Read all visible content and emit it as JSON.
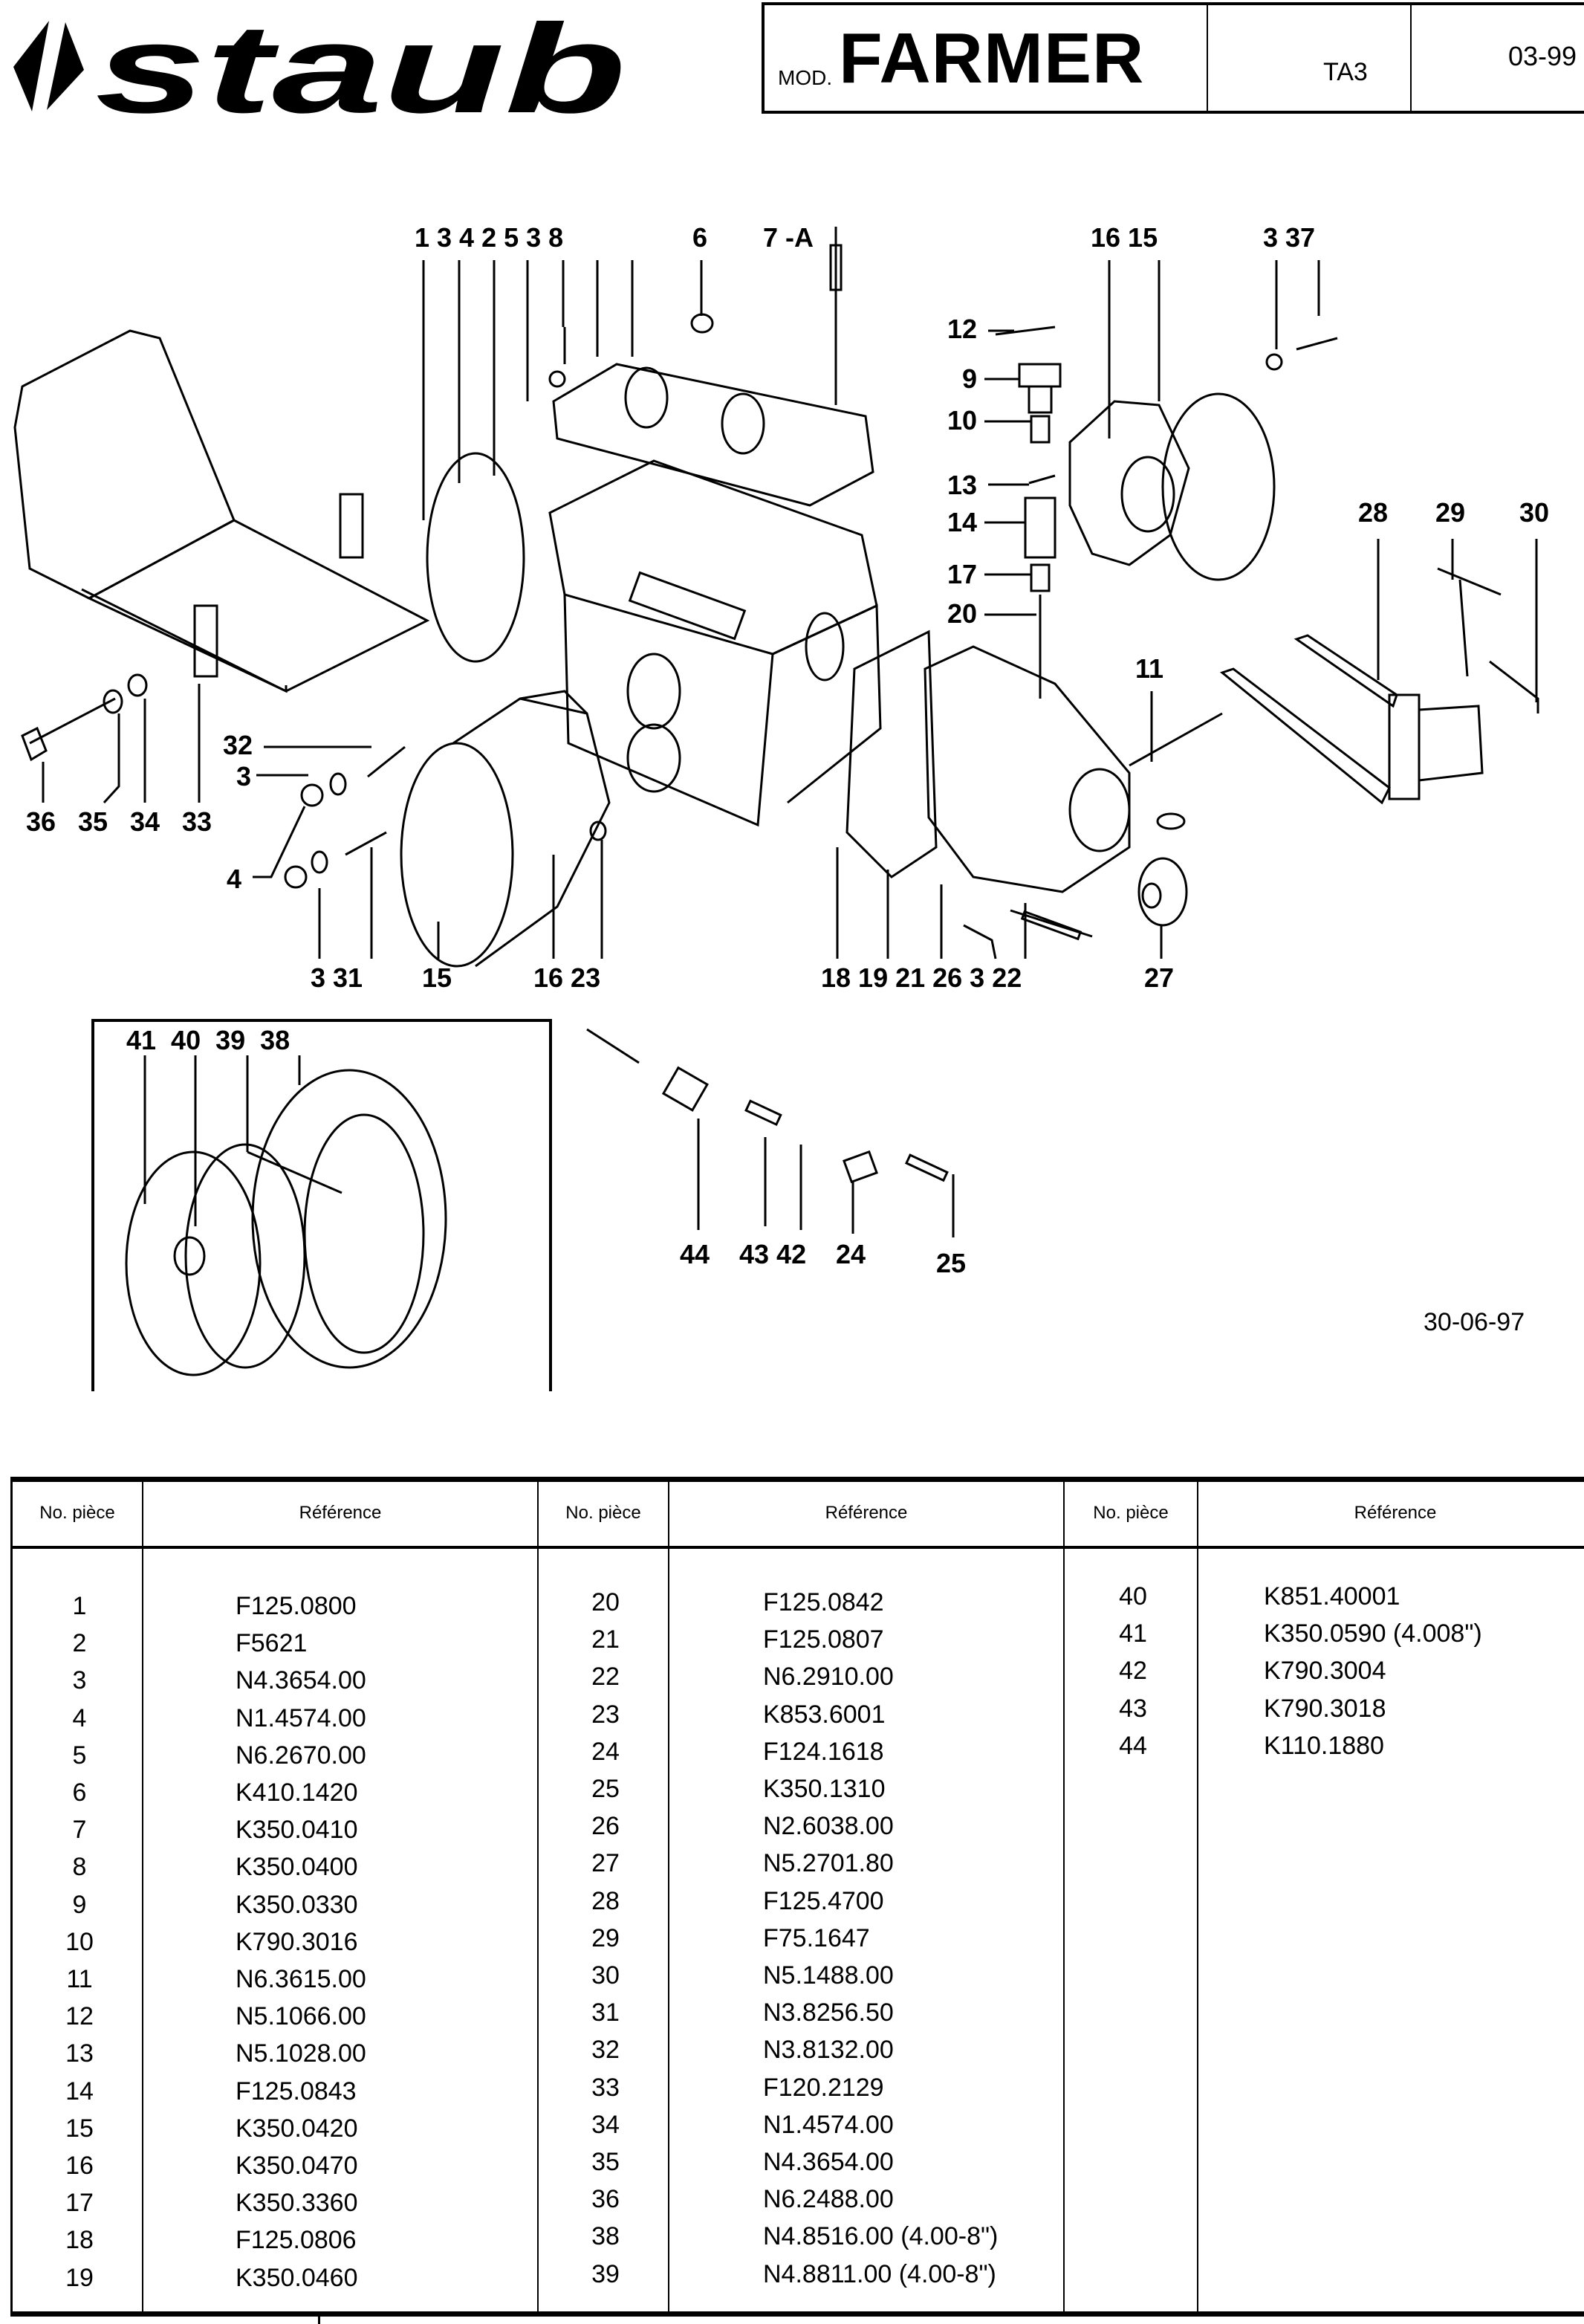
{
  "brand": {
    "logo_text": "staub"
  },
  "header": {
    "mod_prefix": "MOD.",
    "model": "FARMER",
    "code": "TA3",
    "date": "03-99"
  },
  "diagram": {
    "callouts": {
      "top_left_group": "1 3 4 2 5 3 8",
      "top_6": "6",
      "top_7a": "7 -A",
      "c12": "12",
      "c9": "9",
      "c10": "10",
      "c13": "13",
      "c14": "14",
      "c17": "17",
      "c20": "20",
      "top_16_15": "16 15",
      "top_3_37": "3 37",
      "c28": "28",
      "c29": "29",
      "c30": "30",
      "c11": "11",
      "c32": "32",
      "c3_left": "3",
      "c4": "4",
      "c36": "36",
      "c35": "35",
      "c34": "34",
      "c33": "33",
      "bottom_3_31": "3 31",
      "bottom_15": "15",
      "bottom_16_23": "16 23",
      "bottom_right_group": "18 19 21 26 3 22",
      "c27": "27",
      "wheel_group": "41  40  39  38",
      "c44": "44",
      "c43_42": "43 42",
      "c24": "24",
      "c25": "25"
    },
    "drawing_date": "30-06-97"
  },
  "parts_table": {
    "headers": [
      "No. pièce",
      "Référence",
      "No. pièce",
      "Référence",
      "No. pièce",
      "Référence"
    ],
    "columns": [
      [
        {
          "no": "1",
          "ref": "F125.0800"
        },
        {
          "no": "2",
          "ref": "F5621"
        },
        {
          "no": "3",
          "ref": "N4.3654.00"
        },
        {
          "no": "4",
          "ref": "N1.4574.00"
        },
        {
          "no": "5",
          "ref": "N6.2670.00"
        },
        {
          "no": "6",
          "ref": "K410.1420"
        },
        {
          "no": "7",
          "ref": "K350.0410"
        },
        {
          "no": "8",
          "ref": "K350.0400"
        },
        {
          "no": "9",
          "ref": "K350.0330"
        },
        {
          "no": "10",
          "ref": "K790.3016"
        },
        {
          "no": "11",
          "ref": "N6.3615.00"
        },
        {
          "no": "12",
          "ref": "N5.1066.00"
        },
        {
          "no": "13",
          "ref": "N5.1028.00"
        },
        {
          "no": "14",
          "ref": "F125.0843"
        },
        {
          "no": "15",
          "ref": "K350.0420"
        },
        {
          "no": "16",
          "ref": "K350.0470"
        },
        {
          "no": "17",
          "ref": "K350.3360"
        },
        {
          "no": "18",
          "ref": "F125.0806"
        },
        {
          "no": "19",
          "ref": "K350.0460"
        }
      ],
      [
        {
          "no": "20",
          "ref": "F125.0842"
        },
        {
          "no": "21",
          "ref": "F125.0807"
        },
        {
          "no": "22",
          "ref": "N6.2910.00"
        },
        {
          "no": "23",
          "ref": "K853.6001"
        },
        {
          "no": "24",
          "ref": "F124.1618"
        },
        {
          "no": "25",
          "ref": "K350.1310"
        },
        {
          "no": "26",
          "ref": "N2.6038.00"
        },
        {
          "no": "27",
          "ref": "N5.2701.80"
        },
        {
          "no": "28",
          "ref": "F125.4700"
        },
        {
          "no": "29",
          "ref": "F75.1647"
        },
        {
          "no": "30",
          "ref": "N5.1488.00"
        },
        {
          "no": "31",
          "ref": "N3.8256.50"
        },
        {
          "no": "32",
          "ref": "N3.8132.00"
        },
        {
          "no": "33",
          "ref": "F120.2129"
        },
        {
          "no": "34",
          "ref": "N1.4574.00"
        },
        {
          "no": "35",
          "ref": "N4.3654.00"
        },
        {
          "no": "36",
          "ref": "N6.2488.00"
        },
        {
          "no": "38",
          "ref": "N4.8516.00 (4.00-8\")"
        },
        {
          "no": "39",
          "ref": "N4.8811.00 (4.00-8\")"
        }
      ],
      [
        {
          "no": "40",
          "ref": "K851.40001"
        },
        {
          "no": "41",
          "ref": "K350.0590 (4.008\")"
        },
        {
          "no": "42",
          "ref": "K790.3004"
        },
        {
          "no": "43",
          "ref": "K790.3018"
        },
        {
          "no": "44",
          "ref": "K110.1880"
        }
      ]
    ]
  }
}
